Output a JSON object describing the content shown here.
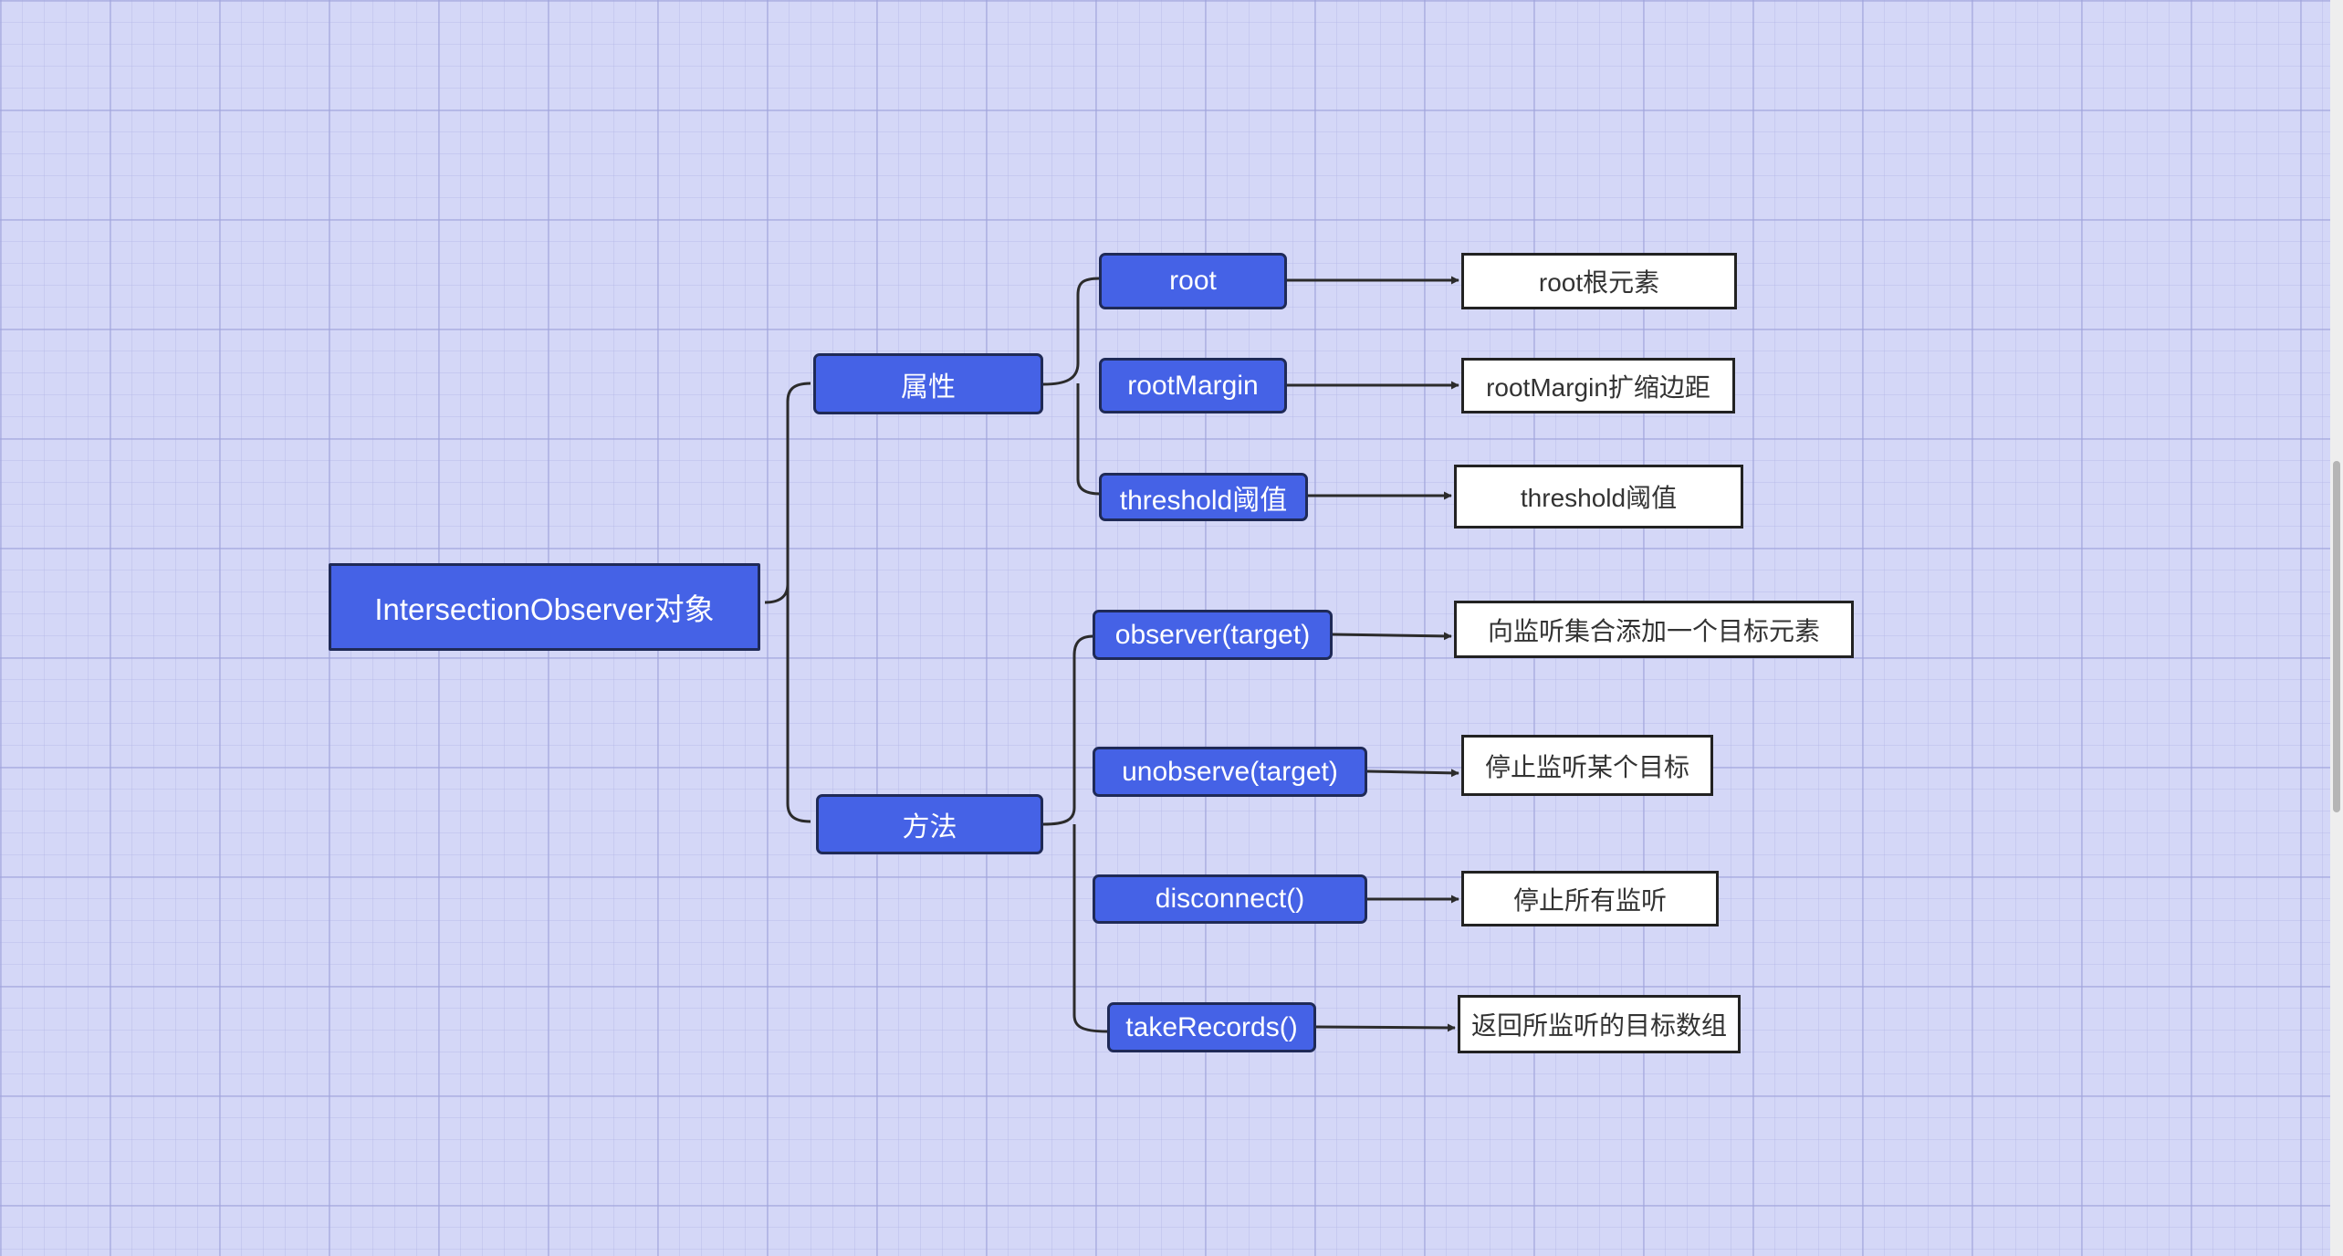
{
  "diagram": {
    "root": {
      "label": "IntersectionObserver对象"
    },
    "groups": [
      {
        "label": "属性",
        "children": [
          {
            "label": "root",
            "description": "root根元素"
          },
          {
            "label": "rootMargin",
            "description": "rootMargin扩缩边距"
          },
          {
            "label": "threshold阈值",
            "description": "threshold阈值"
          }
        ]
      },
      {
        "label": "方法",
        "children": [
          {
            "label": "observer(target)",
            "description": "向监听集合添加一个目标元素"
          },
          {
            "label": "unobserve(target)",
            "description": "停止监听某个目标"
          },
          {
            "label": "disconnect()",
            "description": "停止所有监听"
          },
          {
            "label": "takeRecords()",
            "description": "返回所监听的目标数组"
          }
        ]
      }
    ]
  },
  "colors": {
    "node_fill": "#4562e6",
    "node_border": "#1f2a57",
    "connector": "#2b2b2b",
    "canvas_background": "#d4d7f7"
  }
}
